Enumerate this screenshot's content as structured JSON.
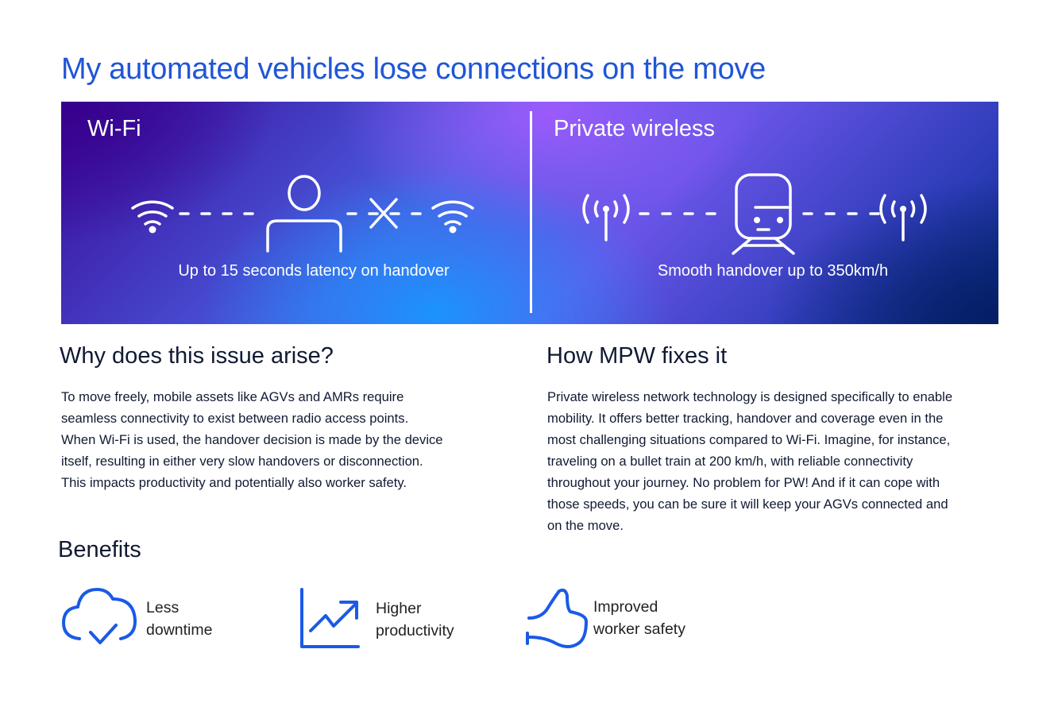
{
  "title": "My automated vehicles lose connections on the move",
  "banner": {
    "wifi": {
      "label": "Wi-Fi",
      "caption": "Up to 15 seconds latency on handover",
      "icons": [
        "wifi-icon",
        "person-icon",
        "broken-link-x-icon",
        "wifi-icon"
      ]
    },
    "private": {
      "label": "Private wireless",
      "caption": "Smooth handover up to 350km/h",
      "icons": [
        "antenna-icon",
        "train-icon",
        "antenna-icon"
      ]
    },
    "colors": {
      "top_left": "#37008c",
      "top_center": "#a85aff",
      "bottom_center": "#1896ff",
      "bottom_right": "#041e64"
    }
  },
  "why": {
    "heading": "Why does this issue arise?",
    "lines": [
      "To move freely, mobile assets like AGVs and AMRs require",
      "seamless connectivity to exist between radio access points.",
      "When Wi-Fi is used, the handover decision is made by the device",
      "itself, resulting in either very slow handovers or disconnection.",
      "This impacts productivity and potentially also worker safety."
    ]
  },
  "how": {
    "heading": "How MPW fixes it",
    "lines": [
      "Private wireless network technology is designed specifically to enable",
      "mobility. It offers better tracking, handover and coverage even in the",
      "most challenging situations compared to Wi-Fi. Imagine, for instance,",
      "traveling on a bullet train at 200 km/h, with reliable connectivity",
      "throughout your journey. No problem for PW! And if it can cope with",
      "those speeds, you can be sure it will keep your AGVs connected and",
      "on the move."
    ]
  },
  "benefits": {
    "heading": "Benefits",
    "items": [
      {
        "icon": "cloud-check-icon",
        "line1": "Less",
        "line2": "downtime"
      },
      {
        "icon": "trend-up-chart-icon",
        "line1": "Higher",
        "line2": "productivity"
      },
      {
        "icon": "thumbs-up-icon",
        "line1": "Improved",
        "line2": "worker safety"
      }
    ],
    "accent": "#1a5ae6"
  },
  "colors": {
    "title": "#1f55d8",
    "text": "#111a33",
    "icon_accent": "#1a5ae6"
  }
}
